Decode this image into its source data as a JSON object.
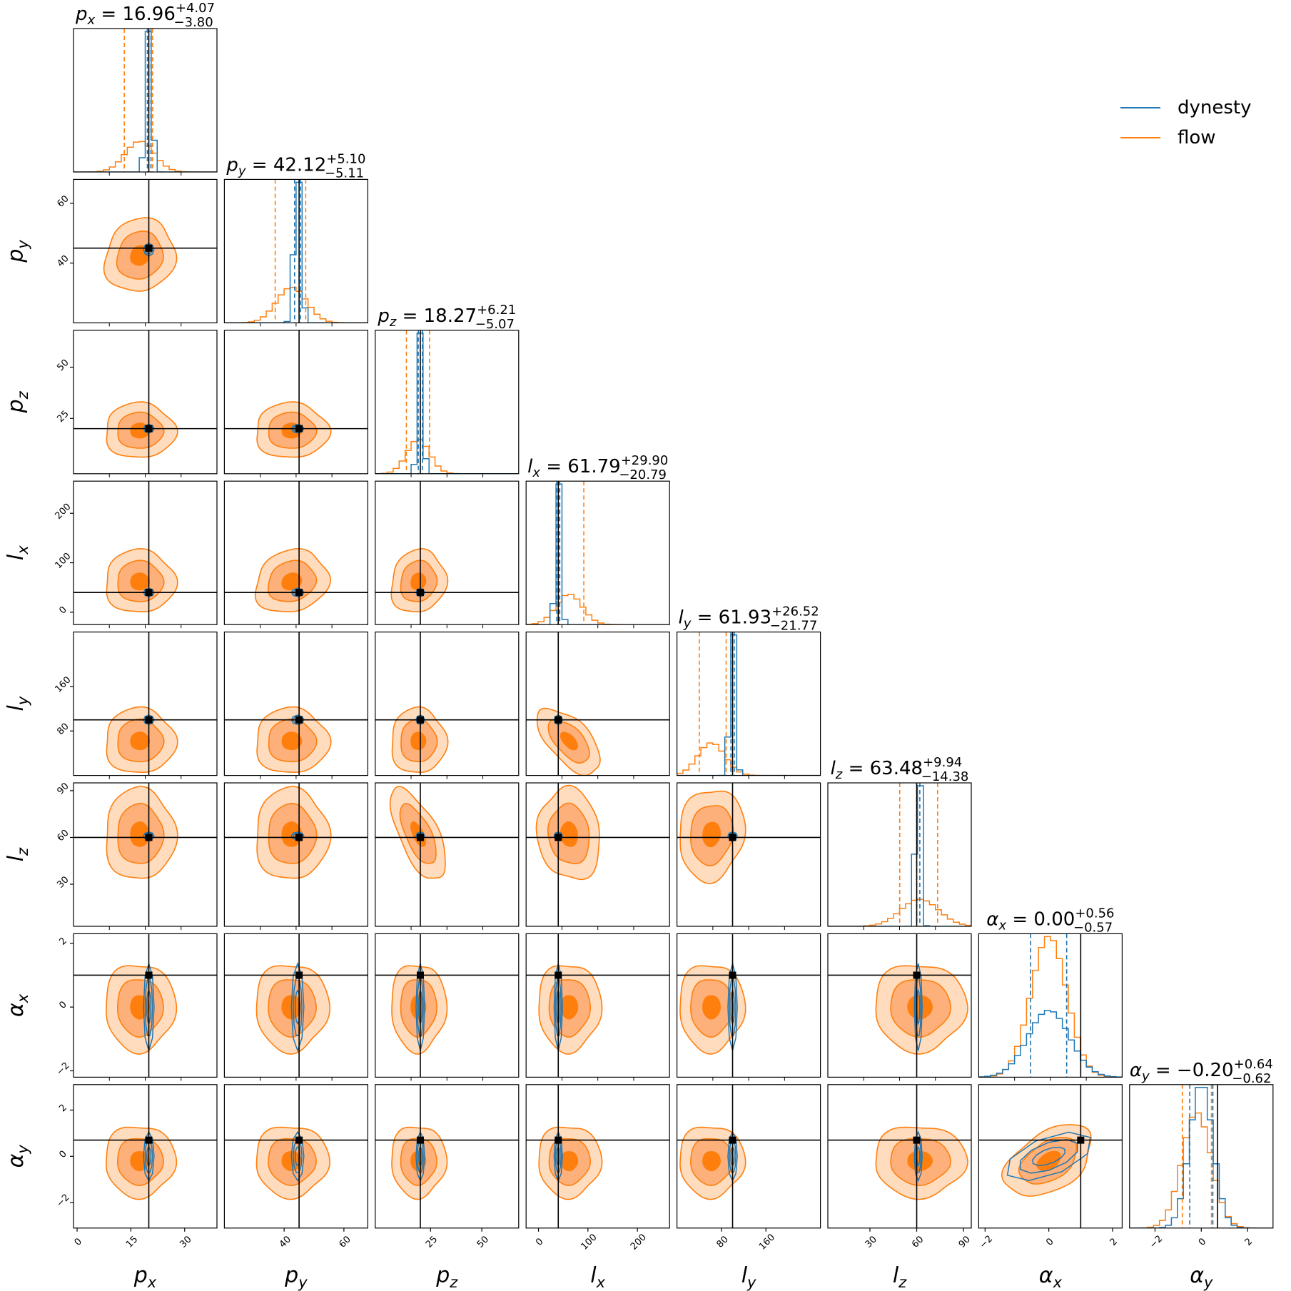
{
  "chart_data": {
    "type": "corner",
    "params": [
      {
        "sym": "p",
        "sub": "x",
        "title_value": "16.96",
        "title_up": "+4.07",
        "title_lo": "−3.80",
        "range": [
          -1,
          39
        ],
        "ticks": [
          "0",
          "15",
          "30"
        ],
        "tick_values": [
          0,
          15,
          30
        ],
        "truth": 20,
        "flow_mean": 17.5,
        "flow_sd": 4,
        "dyn_mean": 20,
        "dyn_sd": 0.7,
        "flow_q": [
          13.16,
          21.03
        ],
        "dyn_q": [
          19.6,
          20.6
        ]
      },
      {
        "sym": "p",
        "sub": "y",
        "title_value": "42.12",
        "title_up": "+5.10",
        "title_lo": "−5.11",
        "range": [
          20,
          68
        ],
        "ticks": [
          "40",
          "60"
        ],
        "tick_values": [
          40,
          60
        ],
        "truth": 45,
        "flow_mean": 42.5,
        "flow_sd": 5,
        "dyn_mean": 44.5,
        "dyn_sd": 1,
        "flow_q": [
          37.01,
          47.22
        ],
        "dyn_q": [
          43.5,
          45.5
        ]
      },
      {
        "sym": "p",
        "sub": "z",
        "title_value": "18.27",
        "title_up": "+6.21",
        "title_lo": "−5.07",
        "range": [
          -2,
          68
        ],
        "ticks": [
          "25",
          "50"
        ],
        "tick_values": [
          25,
          50
        ],
        "truth": 20,
        "flow_mean": 19,
        "flow_sd": 5.5,
        "dyn_mean": 20,
        "dyn_sd": 1,
        "flow_q": [
          13.2,
          24.48
        ],
        "dyn_q": [
          19,
          21
        ]
      },
      {
        "sym": "l",
        "sub": "x",
        "title_value": "61.79",
        "title_up": "+29.90",
        "title_lo": "−20.79",
        "range": [
          -25,
          265
        ],
        "ticks": [
          "0",
          "100",
          "200"
        ],
        "tick_values": [
          0,
          100,
          200
        ],
        "truth": 40,
        "flow_mean": 62,
        "flow_sd": 26,
        "dyn_mean": 40,
        "dyn_sd": 4,
        "flow_q": [
          41,
          91.69
        ],
        "dyn_q": [
          37,
          43
        ]
      },
      {
        "sym": "l",
        "sub": "y",
        "title_value": "61.93",
        "title_up": "+26.52",
        "title_lo": "−21.77",
        "range": [
          0,
          258
        ],
        "ticks": [
          "80",
          "160"
        ],
        "tick_values": [
          80,
          160
        ],
        "truth": 100,
        "flow_mean": 62,
        "flow_sd": 24,
        "dyn_mean": 100,
        "dyn_sd": 4,
        "flow_q": [
          40.16,
          88.45
        ],
        "dyn_q": [
          97,
          103
        ]
      },
      {
        "sym": "l",
        "sub": "z",
        "title_value": "63.48",
        "title_up": "+9.94",
        "title_lo": "−14.38",
        "range": [
          3,
          95
        ],
        "ticks": [
          "30",
          "60",
          "90"
        ],
        "tick_values": [
          30,
          60,
          90
        ],
        "truth": 60,
        "flow_mean": 62,
        "flow_sd": 12,
        "dyn_mean": 61,
        "dyn_sd": 1.2,
        "flow_q": [
          49.1,
          73.42
        ],
        "dyn_q": [
          60,
          62
        ]
      },
      {
        "sym": "α",
        "sub": "x",
        "title_value": "0.00",
        "title_up": "+0.56",
        "title_lo": "−0.57",
        "range": [
          -2.2,
          2.3
        ],
        "ticks": [
          "−2",
          "0",
          "2"
        ],
        "tick_values": [
          -2,
          0,
          2
        ],
        "truth": 1,
        "flow_mean": 0,
        "flow_sd": 0.56,
        "dyn_mean": 0,
        "dyn_sd": 0.65,
        "flow_q": [
          -0.57,
          0.56
        ],
        "dyn_q": [
          -0.57,
          0.56
        ]
      },
      {
        "sym": "α",
        "sub": "y",
        "title_value": "−0.20",
        "title_up": "+0.64",
        "title_lo": "−0.62",
        "range": [
          -3.1,
          3.1
        ],
        "ticks": [
          "−2",
          "0",
          "2"
        ],
        "tick_values": [
          -2,
          0,
          2
        ],
        "truth": 0.7,
        "flow_mean": -0.2,
        "flow_sd": 0.63,
        "dyn_mean": 0,
        "dyn_sd": 0.5,
        "flow_q": [
          -0.82,
          0.44
        ],
        "dyn_q": [
          -0.5,
          0.5
        ]
      }
    ],
    "ylabel_ticks": [
      null,
      {
        "ticks": [
          "40",
          "60"
        ],
        "values": [
          40,
          60
        ]
      },
      {
        "ticks": [
          "25",
          "50"
        ],
        "values": [
          25,
          50
        ]
      },
      {
        "ticks": [
          "0",
          "100",
          "200"
        ],
        "values": [
          0,
          100,
          200
        ]
      },
      {
        "ticks": [
          "80",
          "160"
        ],
        "values": [
          80,
          160
        ]
      },
      {
        "ticks": [
          "30",
          "60",
          "90"
        ],
        "values": [
          30,
          60,
          90
        ]
      },
      {
        "ticks": [
          "−2",
          "0",
          "2"
        ],
        "values": [
          -2,
          0,
          2
        ]
      },
      {
        "ticks": [
          "−2",
          "0",
          "2"
        ],
        "values": [
          -2,
          0,
          2
        ]
      }
    ],
    "series": [
      {
        "name": "dynesty",
        "color": "#1f77b4"
      },
      {
        "name": "flow",
        "color": "#ff7f0e"
      }
    ],
    "legend_position": "top-right",
    "colors": {
      "truth": "#000000",
      "dynesty": "#1f77b4",
      "flow": "#ff7f0e",
      "flow_fill_outer": "#fedcbd",
      "flow_fill_mid": "#fdb07a",
      "flow_fill_core": "#ff7f0e"
    }
  },
  "legend": {
    "items": [
      {
        "label": "dynesty"
      },
      {
        "label": "flow"
      }
    ]
  }
}
